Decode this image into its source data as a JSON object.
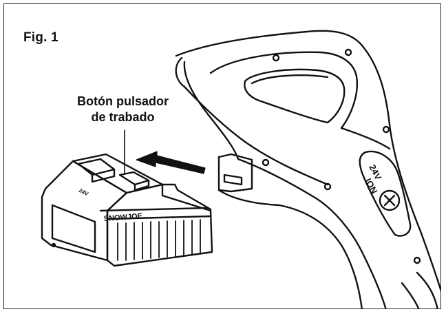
{
  "figure": {
    "label": "Fig. 1",
    "callout_line1": "Botón pulsador",
    "callout_line2": "de trabado",
    "battery_brand": "SNOWJOE",
    "battery_side_mark": "24V",
    "tool_badge_voltage": "24V",
    "tool_badge_series": "ION"
  },
  "colors": {
    "line": "#111111",
    "fill": "#ffffff",
    "frame": "#222222"
  }
}
